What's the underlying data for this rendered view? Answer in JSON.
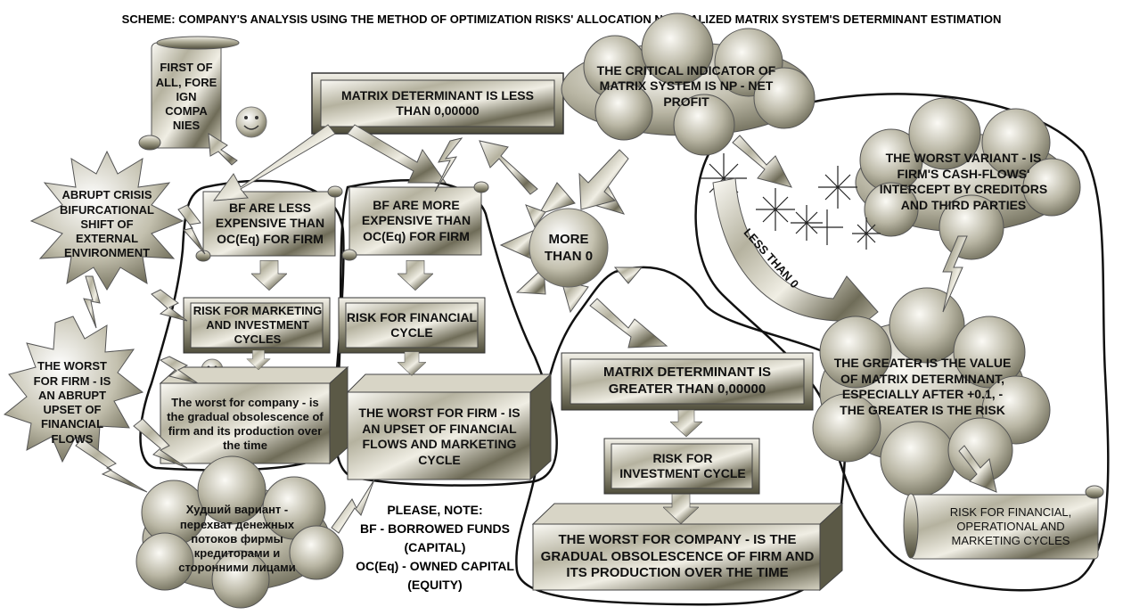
{
  "title": "SCHEME: COMPANY'S ANALYSIS USING THE METHOD OF OPTIMIZATION RISKS' ALLOCATION NORMALIZED MATRIX SYSTEM'S DETERMINANT ESTIMATION",
  "scroll_foreign": "FIRST OF ALL, FORE IGN COMPA NIES",
  "det_less": "MATRIX DETERMINANT IS LESS THAN 0,00000",
  "critical_cloud": "THE CRITICAL INDICATOR OF MATRIX SYSTEM IS NP - NET PROFIT",
  "crisis_star": "ABRUPT CRISIS BIFURCATIONAL SHIFT OF EXTERNAL ENVIRONMENT",
  "bf_less": "BF ARE LESS EXPENSIVE THAN OC(Eq) FOR FIRM",
  "bf_more": "BF ARE MORE EXPENSIVE THAN OC(Eq) FOR FIRM",
  "more_than_0": "MORE THAN 0",
  "less_than_0": "LESS THAN 0",
  "worst_variant_cloud": "THE WORST VARIANT - IS FIRM'S CASH-FLOWS' INTERCEPT BY CREDITORS AND THIRD PARTIES",
  "risk_marketing": "RISK FOR MARKETING AND INVESTMENT CYCLES",
  "risk_financial": "RISK FOR FINANCIAL CYCLE",
  "worst_upset_star": "THE WORST FOR FIRM - IS AN ABRUPT UPSET OF FINANCIAL FLOWS",
  "worst_gradual_small": "The worst for company - is the gradual obsolescence of firm and its production over the time",
  "worst_upset_box": "THE WORST FOR FIRM - IS AN UPSET OF FINANCIAL FLOWS AND MARKETING CYCLE",
  "det_greater": "MATRIX DETERMINANT IS GREATER THAN 0,00000",
  "greater_value_cloud": "THE GREATER IS THE VALUE OF MATRIX DETERMINANT, ESPECIALLY AFTER +0.1, - THE GREATER IS THE RISK",
  "risk_investment": "RISK FOR INVESTMENT CYCLE",
  "worst_gradual_big": "THE WORST FOR COMPANY - IS THE GRADUAL OBSOLESCENCE OF FIRM AND ITS PRODUCTION OVER THE TIME",
  "risk_all_scroll": "RISK FOR FINANCIAL, OPERATIONAL AND MARKETING CYCLES",
  "russian_cloud": "Худший вариант - перехват денежных потоков фирмы кредиторами и сторонними лицами",
  "note": {
    "l1": "PLEASE, NOTE:",
    "l2": "BF - BORROWED FUNDS",
    "l3": "(CAPITAL)",
    "l4": "OC(Eq) - OWNED CAPITAL",
    "l5": "(EQUITY)"
  },
  "colors": {
    "metal_light": "#f2f0ea",
    "metal_mid": "#a8a594",
    "metal_dark": "#55533f",
    "outline": "#111111"
  }
}
